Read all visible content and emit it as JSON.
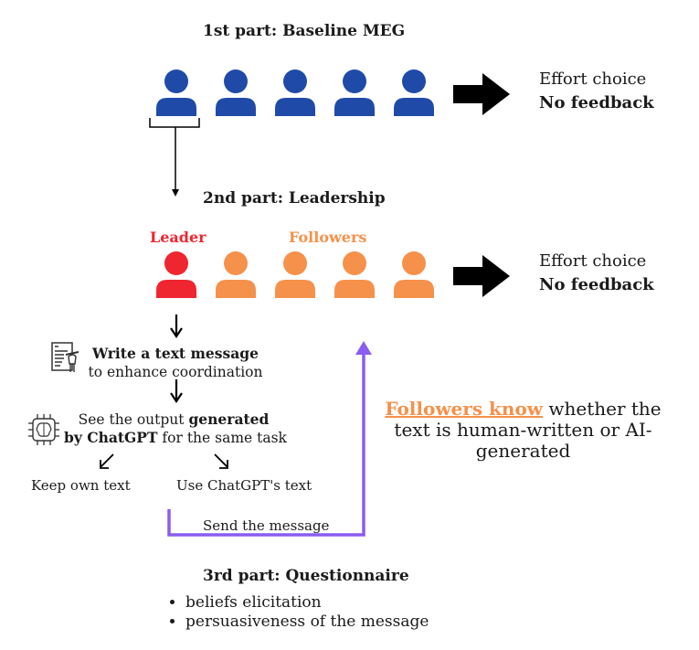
{
  "colors": {
    "baseline_person": "#1f4aa8",
    "leader": "#ef2530",
    "follower": "#f5914b",
    "feedback_line": "#8a5cf0",
    "text": "#1a1a1a",
    "arrow": "#000000"
  },
  "part1": {
    "title": "1st part: Baseline MEG",
    "group_size": 5,
    "outcome": {
      "line1": "Effort choice",
      "line2": "No feedback"
    }
  },
  "part2": {
    "title": "2nd part: Leadership",
    "leader_label": "Leader",
    "followers_label": "Followers",
    "followers_count": 4,
    "outcome": {
      "line1": "Effort choice",
      "line2": "No feedback"
    }
  },
  "flow": {
    "step1": {
      "bold": "Write a text message",
      "normal": "to enhance coordination",
      "icon": "document-writing-icon"
    },
    "step2": {
      "line1_normal": "See the output ",
      "line1_bold": "generated",
      "line2_bold": "by ChatGPT",
      "line2_normal": " for the same task",
      "icon": "ai-brain-chip-icon"
    },
    "option_left": "Keep own text",
    "option_right": "Use ChatGPT's text",
    "send": "Send the message"
  },
  "note": {
    "highlight": "Followers know",
    "rest": " whether the text is human-written or AI-generated"
  },
  "part3": {
    "title": "3rd part: Questionnaire",
    "items": [
      "beliefs elicitation",
      "persuasiveness of the message"
    ]
  }
}
